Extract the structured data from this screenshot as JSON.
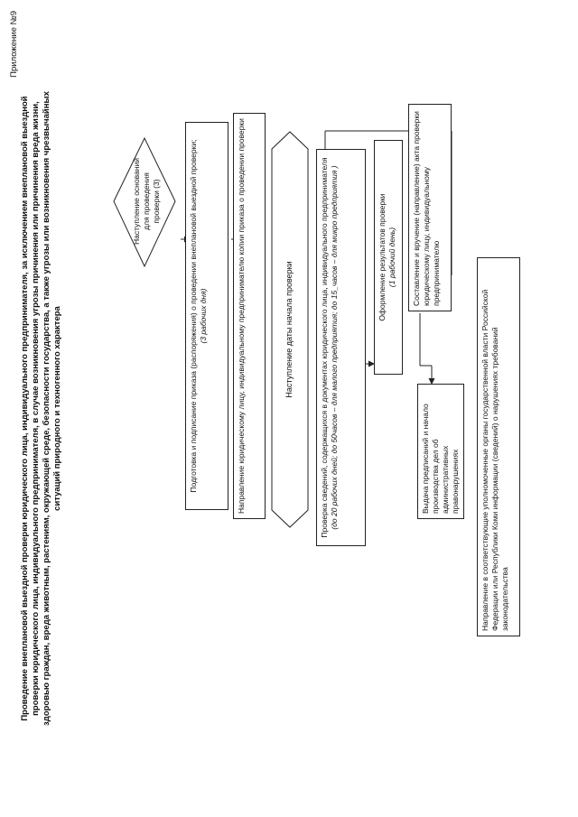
{
  "appendix": "Приложение №9",
  "title": [
    "Проведение внеплановой выездной проверки юридического лица, индивидуального предпринимателя, за исключением внеплановой выездной",
    "проверки юридического лица, индивидуального предпринимателя, в случае возникновения угрозы причинения или причинения вреда жизни,",
    "здоровью граждан, вреда животным, растениям, окружающей среде, безопасности государства, а также угрозы или возникновения чрезвычайных",
    "ситуаций природного и техногенного характера"
  ],
  "steps": {
    "basis": "Наступление оснований для проведения проверки (3)",
    "order": "Подготовка и подписание приказа (распоряжения) о проведении внеплановой выездной проверки;",
    "order_term": "(3 рабочих дня)",
    "send_copy": "Направление юридическому лицу, индивидуальному предпринимателю копии приказа о проведении проверки",
    "start_date": "Наступление даты начала проверки",
    "check_docs": "Проверка сведений, содержащихся в документах юридического лица, индивидуального предпринимателя",
    "check_term": "(до 20 рабочих дней; до 50часов – для малого предприятия; до 15_часов – для микро предприятия )",
    "results": "Оформление результатов проверки",
    "results_term": "(1 рабочий день)",
    "act": "Составление и вручение (направление) акта проверки юридическому лицу, индивидуальному предпринимателю",
    "prescription": "Выдача предписаний и начало производства дел об административных правонарушениях",
    "authorities": "Направление в соответствующие уполномоченные органы государственной власти Российской Федерации или Республики Коми информации (сведений) о нарушениях требований законодательства"
  }
}
